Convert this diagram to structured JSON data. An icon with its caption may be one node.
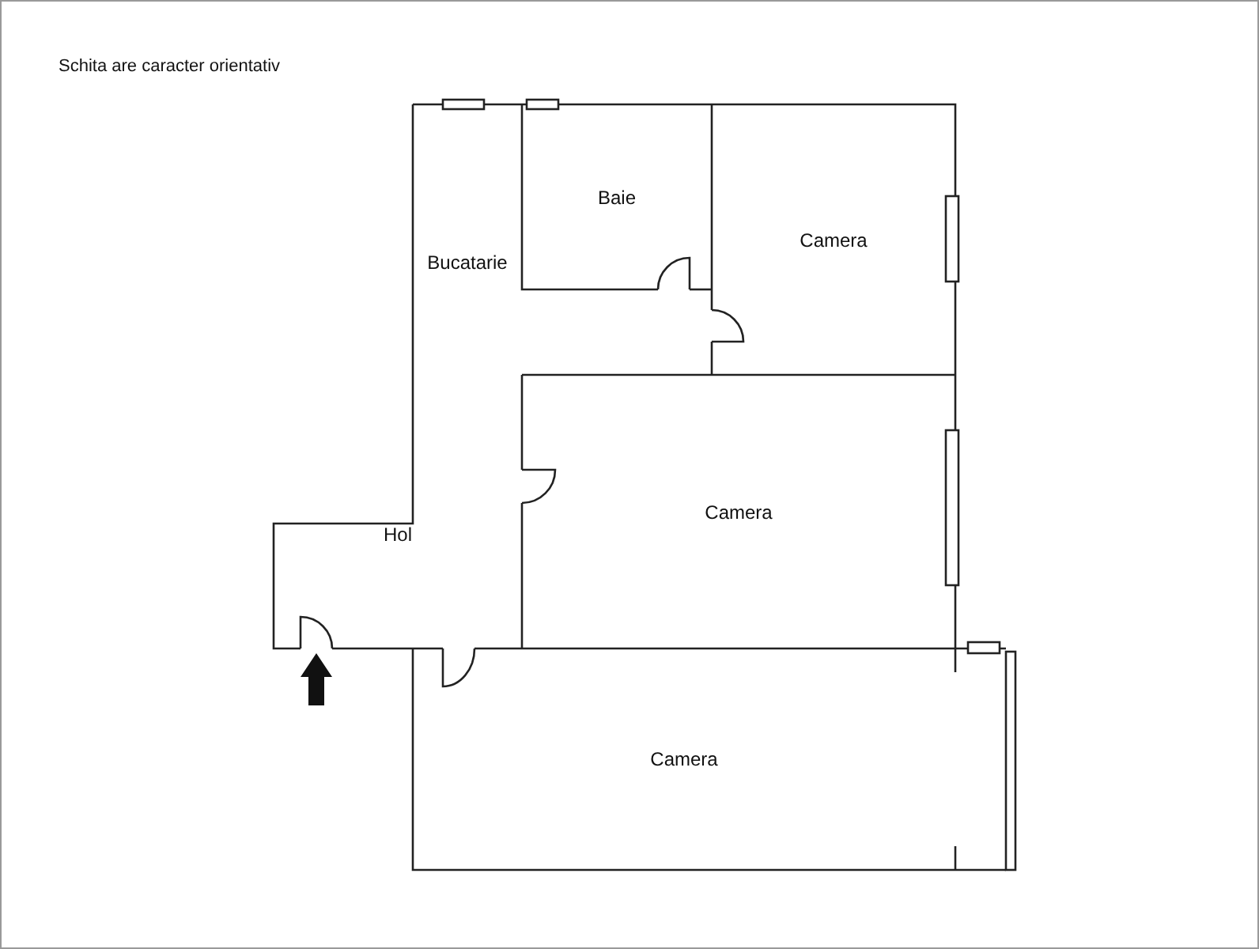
{
  "diagram": {
    "title": "Schita are caracter orientativ",
    "nodes": [
      {
        "text": [
          "Baie"
        ]
      },
      {
        "text": [
          "Camera"
        ]
      },
      {
        "text": [
          "Bucatarie"
        ]
      },
      {
        "text": [
          "Hol"
        ]
      },
      {
        "text": [
          "Camera"
        ]
      },
      {
        "text": [
          "Camera"
        ]
      }
    ]
  }
}
